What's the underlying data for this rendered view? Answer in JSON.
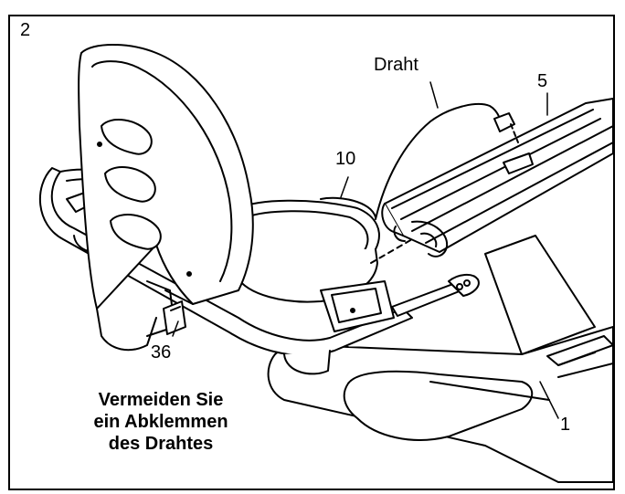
{
  "step_number": "2",
  "callouts": {
    "wire": "Draht",
    "part_5": "5",
    "part_10": "10",
    "part_36": "36",
    "part_1": "1"
  },
  "warning_lines": [
    "Vermeiden Sie",
    "ein Abklemmen",
    "des Drahtes"
  ]
}
